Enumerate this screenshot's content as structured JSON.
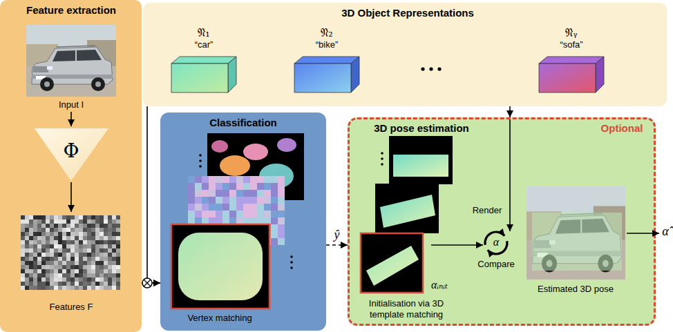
{
  "diagram": {
    "nodes": [
      {
        "text": [
          "Feature extraction",
          "Input I",
          "Features F"
        ]
      },
      {
        "text": [
          "3D Object Representations"
        ]
      },
      {
        "text": [
          "𝔑₁",
          "“car”"
        ],
        "in": 1
      },
      {
        "text": [
          "𝔑₂",
          "“bike”"
        ],
        "in": 1
      },
      {
        "text": [
          "𝔑ᵧ",
          "“sofa”"
        ],
        "in": 1
      },
      {
        "text": [
          "Classification",
          "Vertex matching"
        ]
      },
      {
        "text": [
          "3D pose estimation",
          "Optional",
          "Initialisation via 3D template matching",
          "Estimated 3D pose"
        ]
      }
    ],
    "edges": [
      {
        "from": 0,
        "to": 5,
        "arrow": "to"
      },
      {
        "from": 1,
        "to": 5,
        "arrow": "to"
      },
      {
        "from": 5,
        "to": 6,
        "arrow": "to",
        "label": "ŷ"
      },
      {
        "from": 1,
        "to": 6,
        "arrow": "to"
      }
    ],
    "labels": [
      "Φ",
      "Render",
      "Compare",
      "α",
      "αᵢₙᵢₜ",
      "α̂"
    ]
  }
}
